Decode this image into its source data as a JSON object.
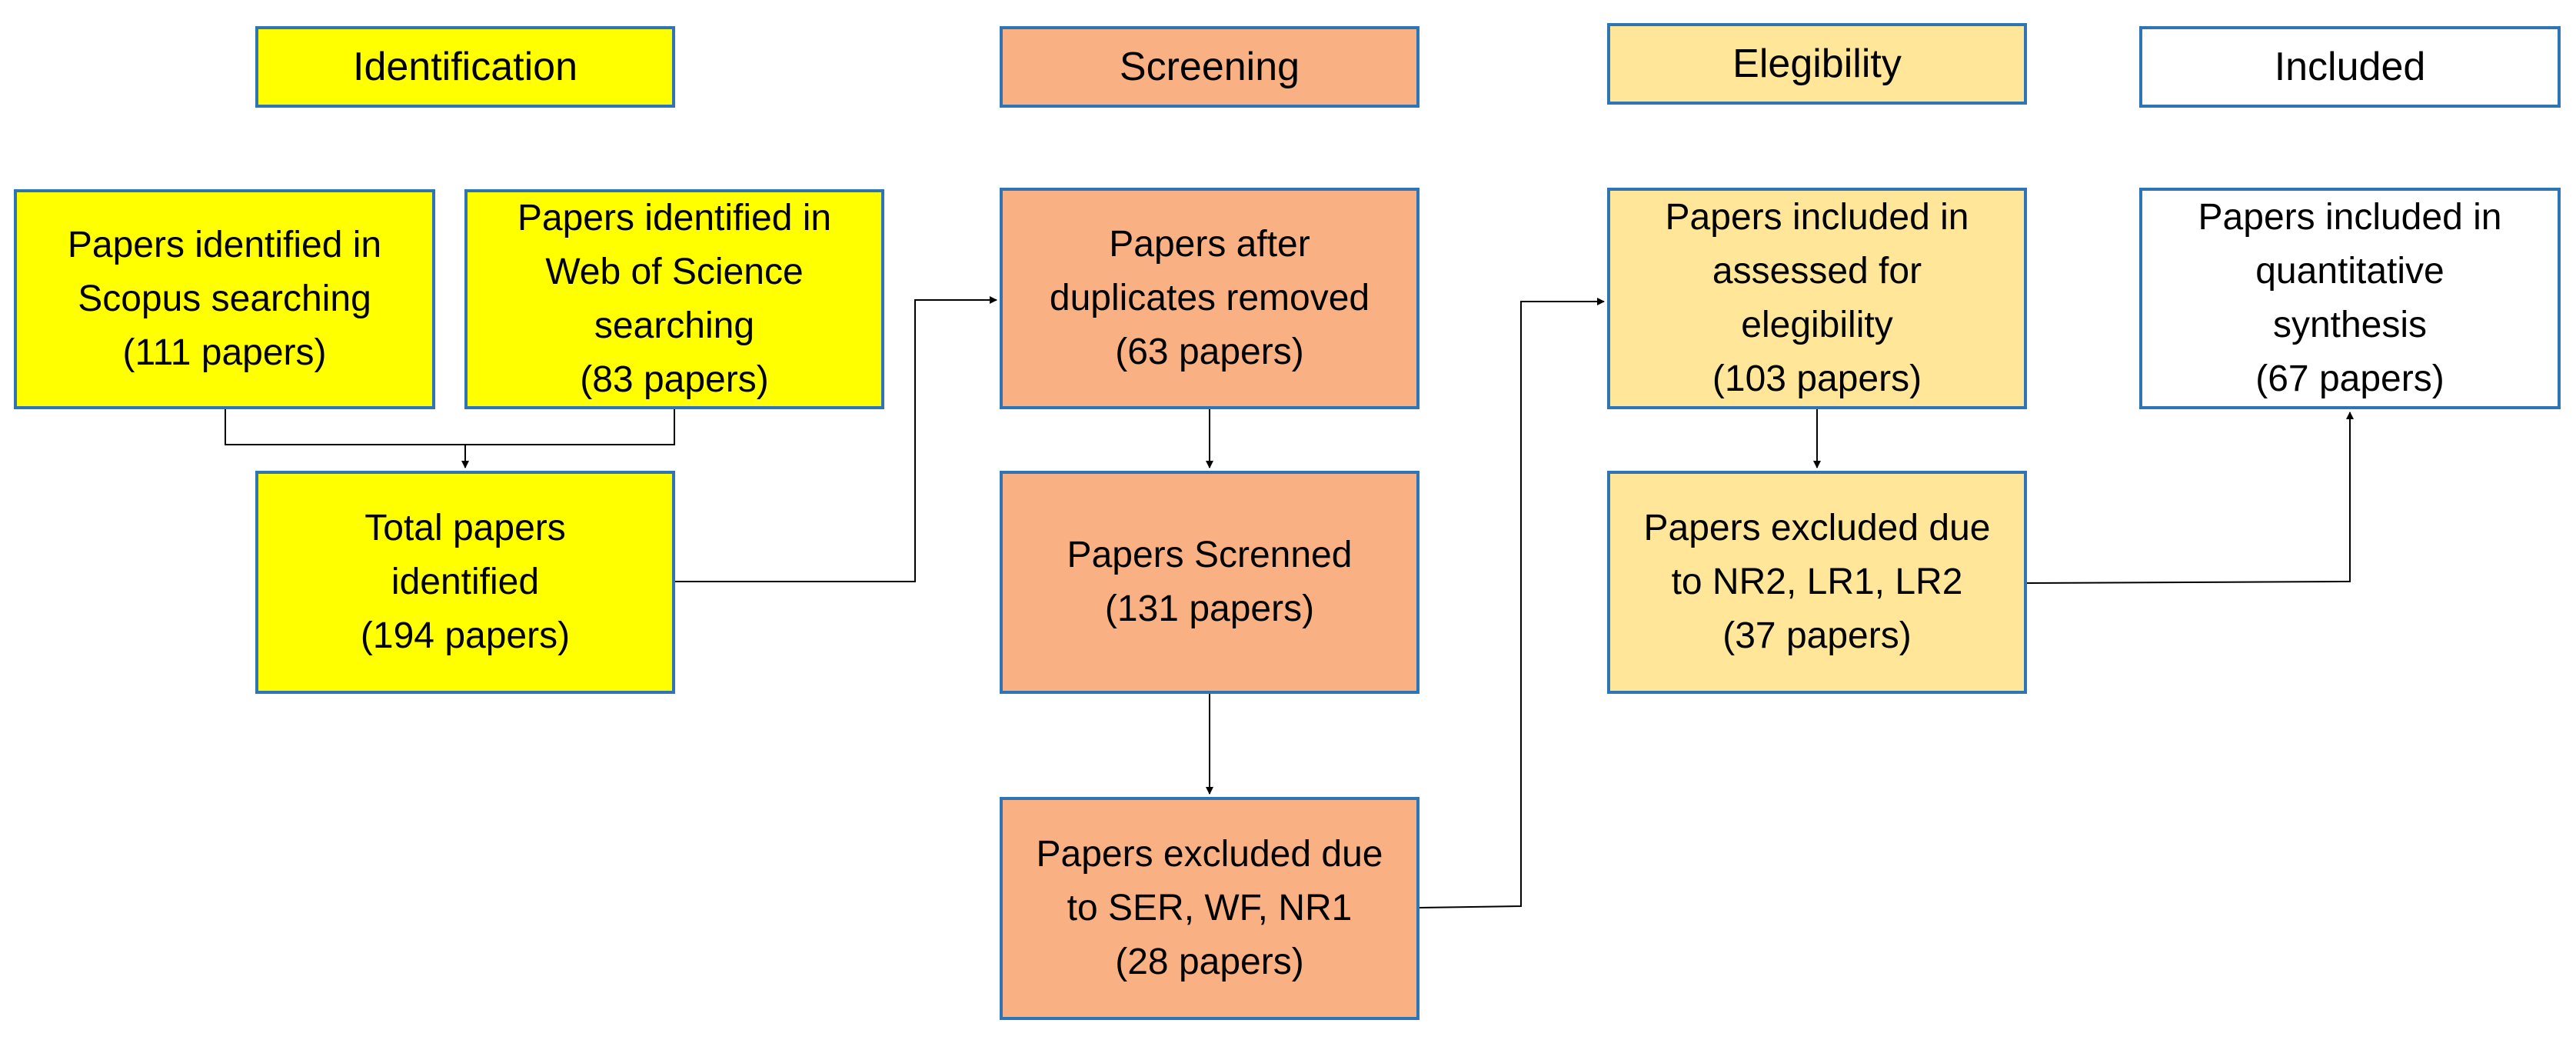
{
  "headers": {
    "identification": "Identification",
    "screening": "Screening",
    "elegibility": "Elegibility",
    "included": "Included"
  },
  "boxes": {
    "scopus": "Papers identified in\nScopus searching\n(111 papers)",
    "wos": "Papers identified in\nWeb of Science\nsearching\n(83 papers)",
    "total": "Total papers\nidentified\n(194 papers)",
    "after_duplicates": "Papers after\nduplicates removed\n(63 papers)",
    "screened": "Papers Screnned\n(131 papers)",
    "excluded_screening": "Papers excluded due\nto SER, WF, NR1\n(28 papers)",
    "assessed": "Papers included in\nassessed for\nelegibility\n(103 papers)",
    "excluded_elegibility": "Papers excluded due\nto NR2, LR1, LR2\n(37 papers)",
    "quantitative": "Papers included in\nquantitative\nsynthesis\n(67 papers)"
  },
  "colors": {
    "identification": "#ffff00",
    "screening": "#f9b183",
    "elegibility": "#ffe699",
    "included": "#ffffff",
    "border": "#2e75b6",
    "connector": "#000000"
  }
}
